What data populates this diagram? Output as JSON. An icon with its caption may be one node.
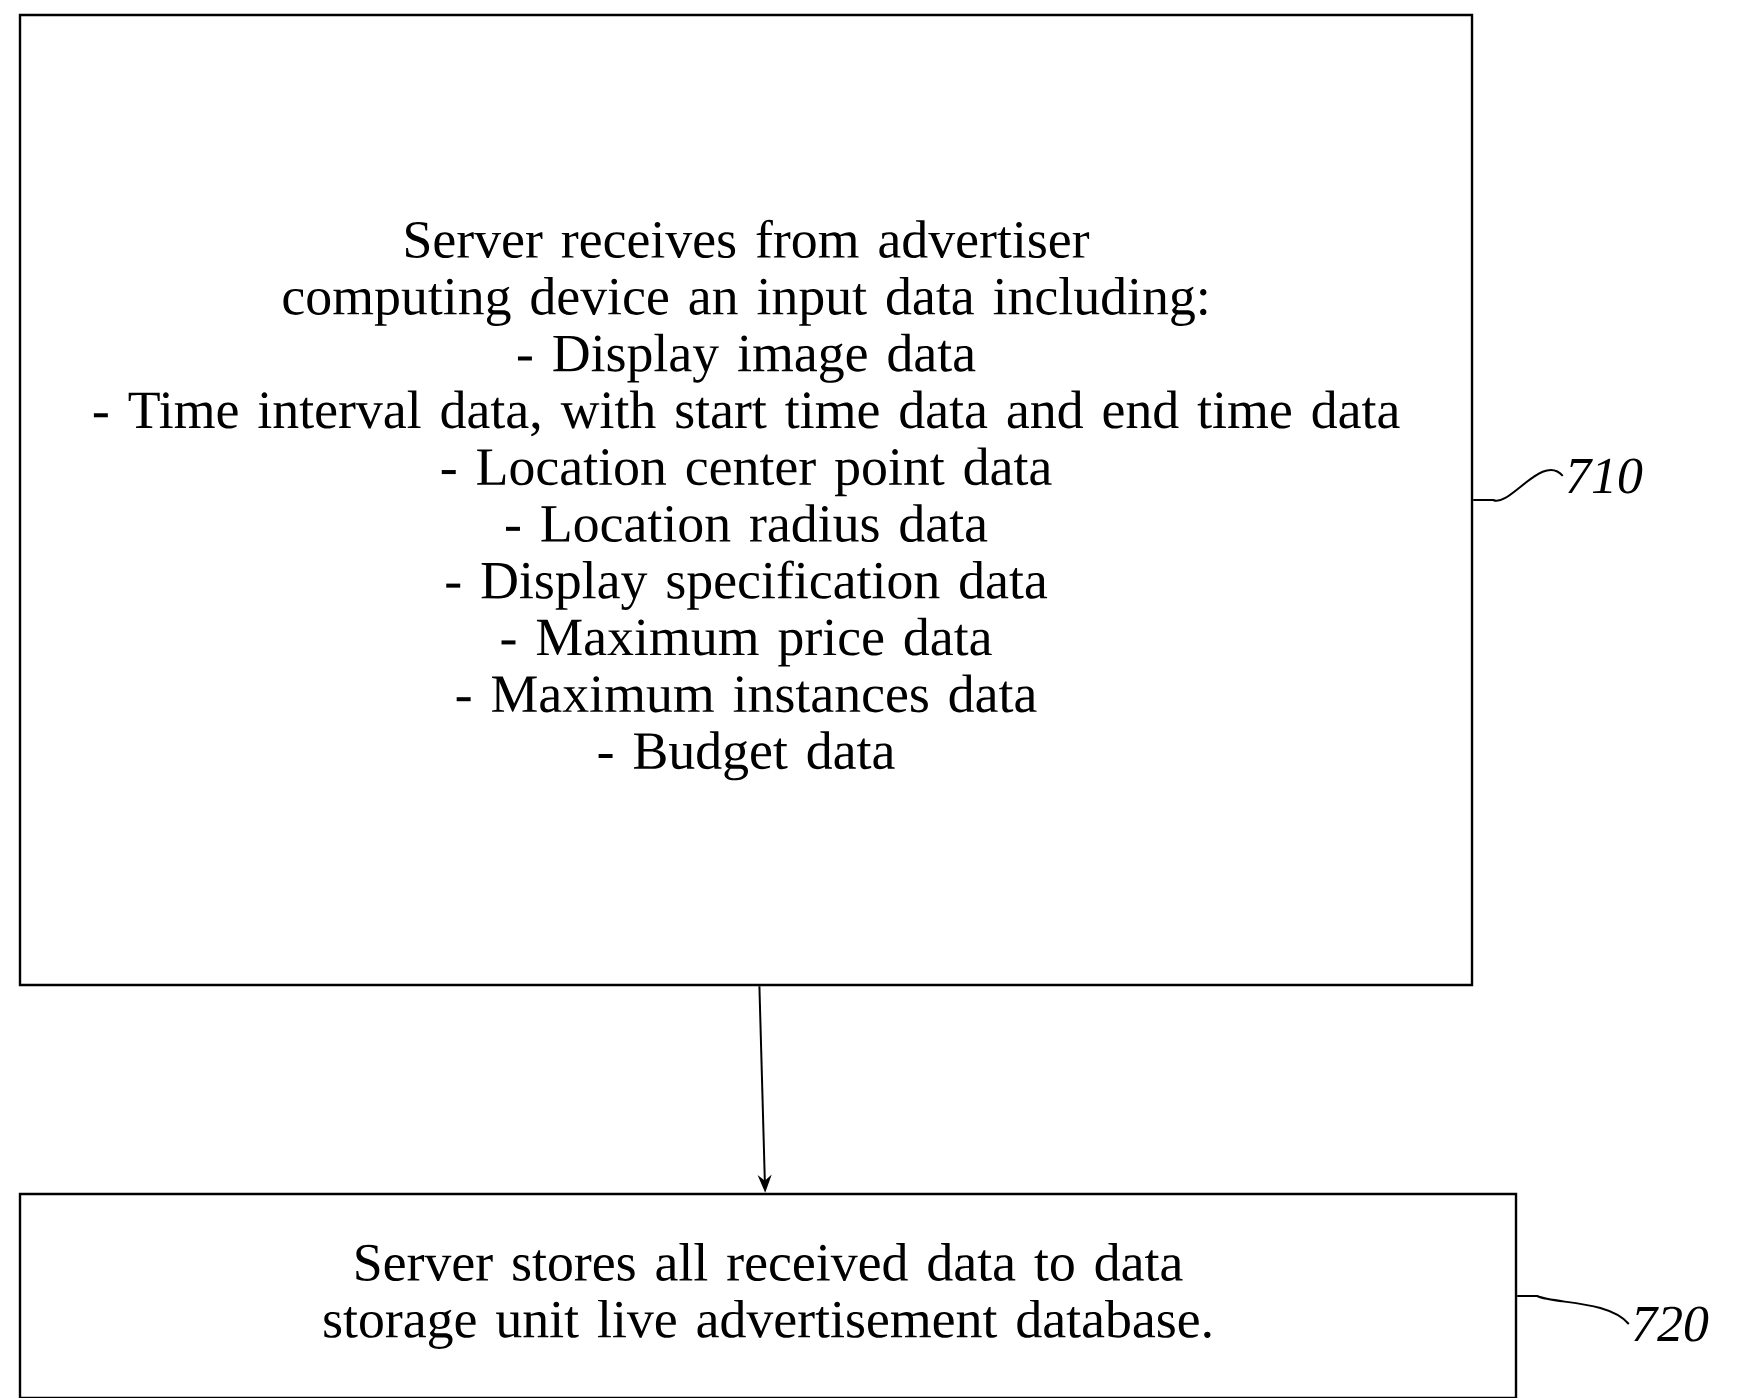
{
  "diagram": {
    "nodes": [
      {
        "text": [
          "Server receives from advertiser computing device an input data including:",
          "- Display image data",
          "- Time interval data, with start time data and end time data",
          "- Location center point data",
          "- Location radius data",
          "- Display specification data",
          "- Maximum price data",
          "- Maximum instances data",
          "- Budget data"
        ]
      },
      {
        "text": [
          "Server stores all received data to data storage unit live advertisement database."
        ]
      },
      {
        "text": [
          "710"
        ]
      },
      {
        "text": [
          "720"
        ]
      }
    ],
    "edges": [
      {
        "from": 0,
        "to": 1,
        "arrow": "to"
      },
      {
        "from": 2,
        "to": 0,
        "arrow": "none"
      },
      {
        "from": 3,
        "to": 1,
        "arrow": "none"
      }
    ]
  }
}
